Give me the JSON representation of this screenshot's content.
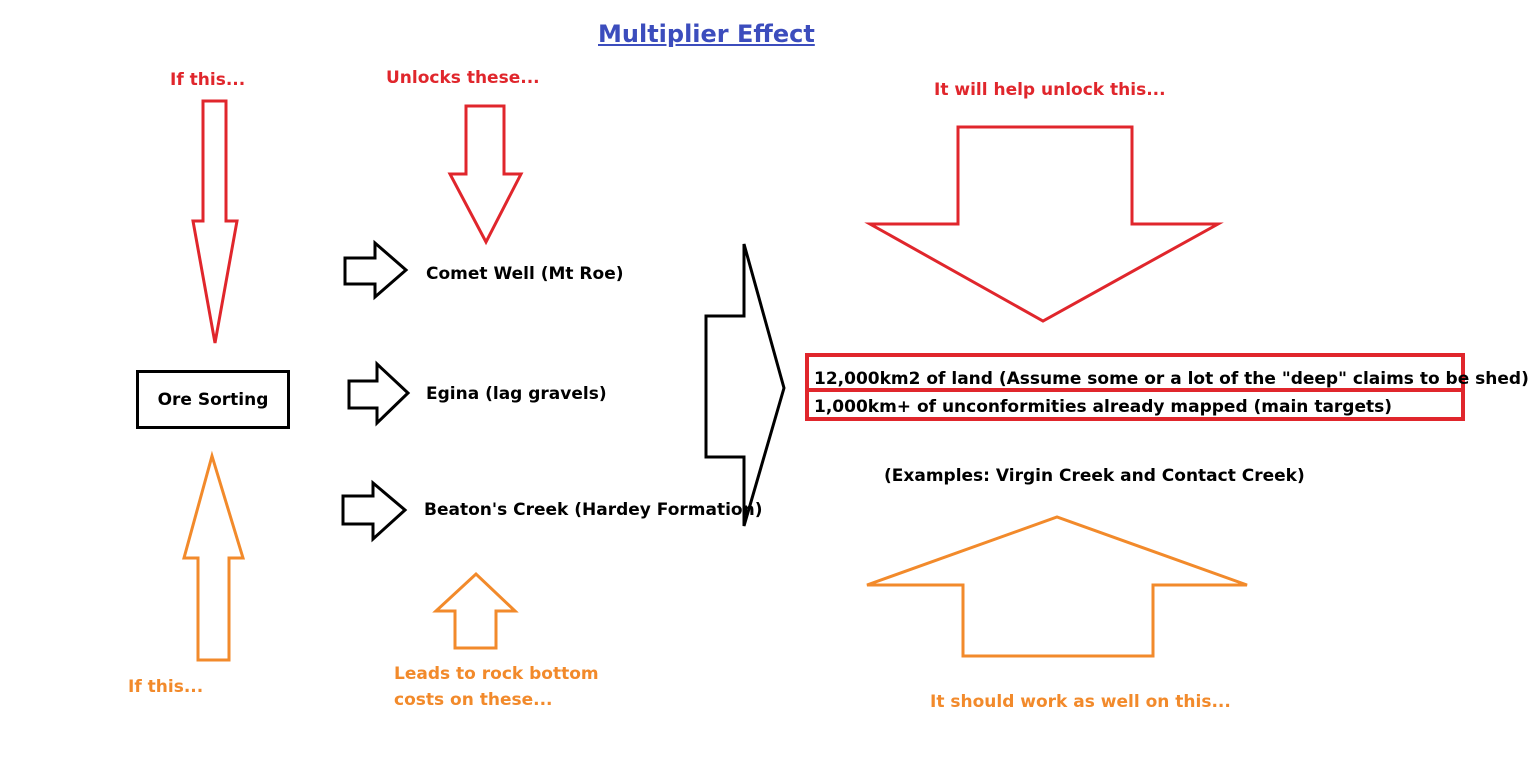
{
  "title": "Multiplier Effect",
  "left": {
    "top_label": "If this...",
    "box_label": "Ore Sorting",
    "bottom_label": "If this..."
  },
  "middle": {
    "top_label": "Unlocks these...",
    "items": [
      "Comet Well (Mt Roe)",
      "Egina (lag gravels)",
      "Beaton's Creek (Hardey Formation)"
    ],
    "bottom_label_line1": "Leads to rock bottom",
    "bottom_label_line2": "costs on these..."
  },
  "right": {
    "top_label": "It will help unlock this...",
    "box_line1": "12,000km2 of land (Assume some or a lot of the \"deep\" claims to be shed)",
    "box_line2": "1,000km+ of unconformities already mapped (main targets)",
    "examples": "(Examples: Virgin Creek and Contact Creek)",
    "bottom_label": "It should work as well on this..."
  },
  "colors": {
    "red": "#e0262c",
    "orange": "#f28a2b",
    "black": "#000000",
    "title_blue": "#3c4dbd"
  }
}
